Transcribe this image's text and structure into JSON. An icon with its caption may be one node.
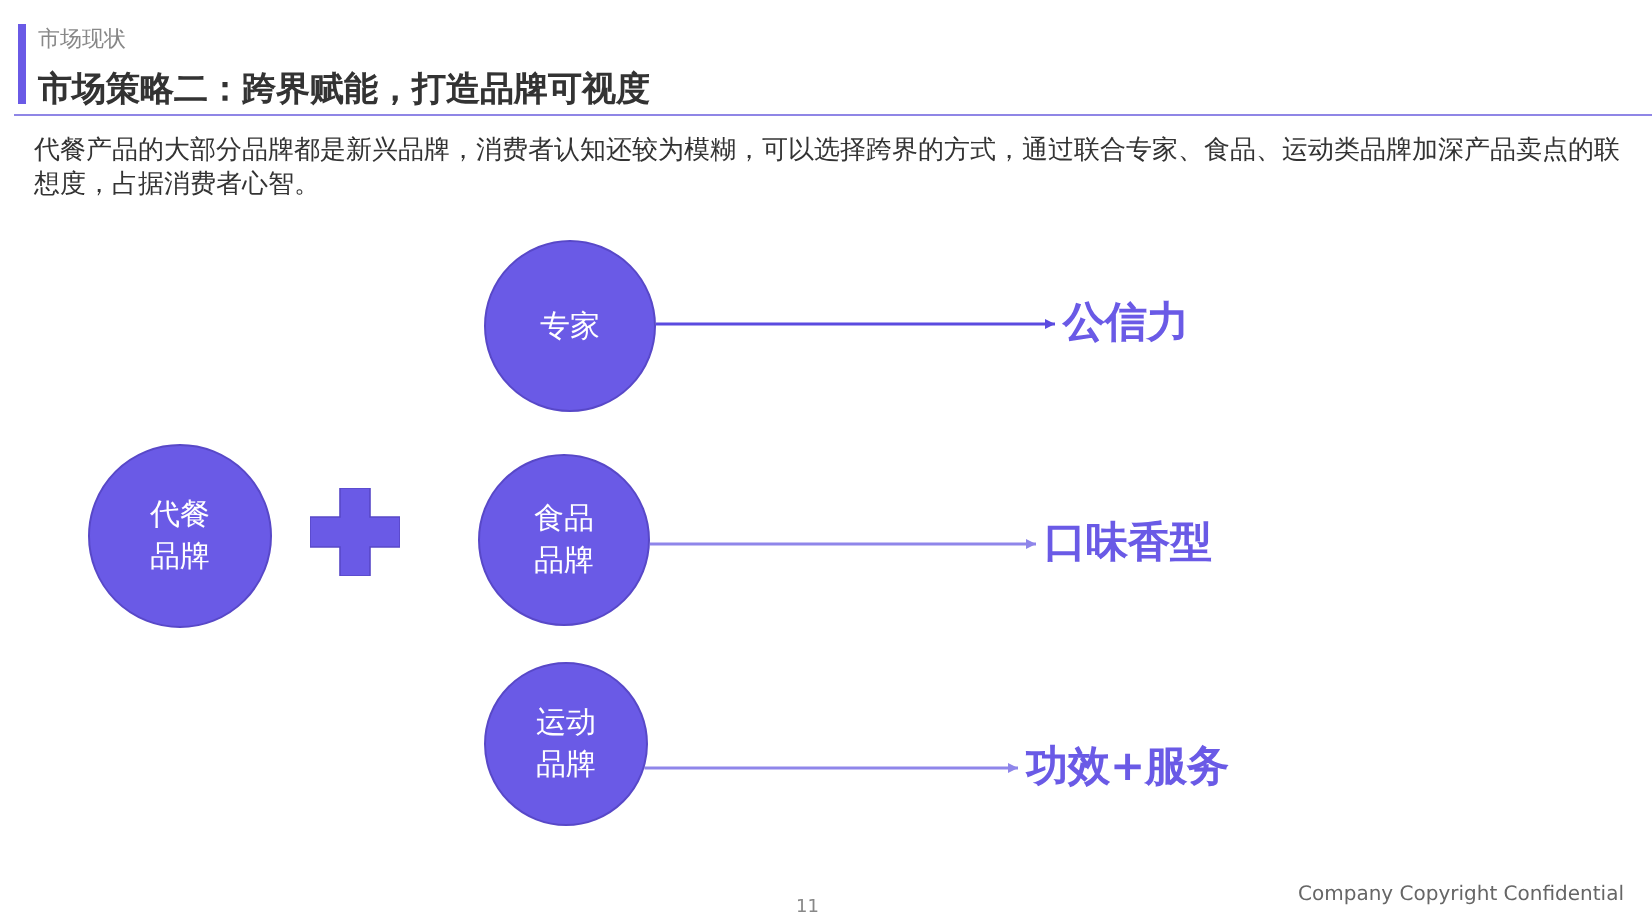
{
  "diagram": {
    "title": "市场策略二：跨界赋能，打造品牌可视度",
    "nodes": [
      {
        "text": [
          "代餐品牌"
        ]
      },
      {
        "text": [
          "专家"
        ]
      },
      {
        "text": [
          "食品品牌"
        ]
      },
      {
        "text": [
          "运动品牌"
        ]
      },
      {
        "text": [
          "公信力"
        ]
      },
      {
        "text": [
          "口味香型"
        ]
      },
      {
        "text": [
          "功效+服务"
        ]
      }
    ],
    "edges": [
      {
        "from": 1,
        "to": 4,
        "arrow": "to",
        "color": "#5b4be0"
      },
      {
        "from": 2,
        "to": 5,
        "arrow": "to"
      },
      {
        "from": 3,
        "to": 6,
        "arrow": "to"
      }
    ],
    "labels": [
      "市场现状",
      "代餐产品的大部分品牌都是新兴品牌，消费者认知还较为模糊，可以选择跨界的方式，通过联合专家、食品、运动类品牌加深产品卖点的联想度，占据消费者心智。",
      "11",
      "Company Copyright Confidential"
    ]
  }
}
